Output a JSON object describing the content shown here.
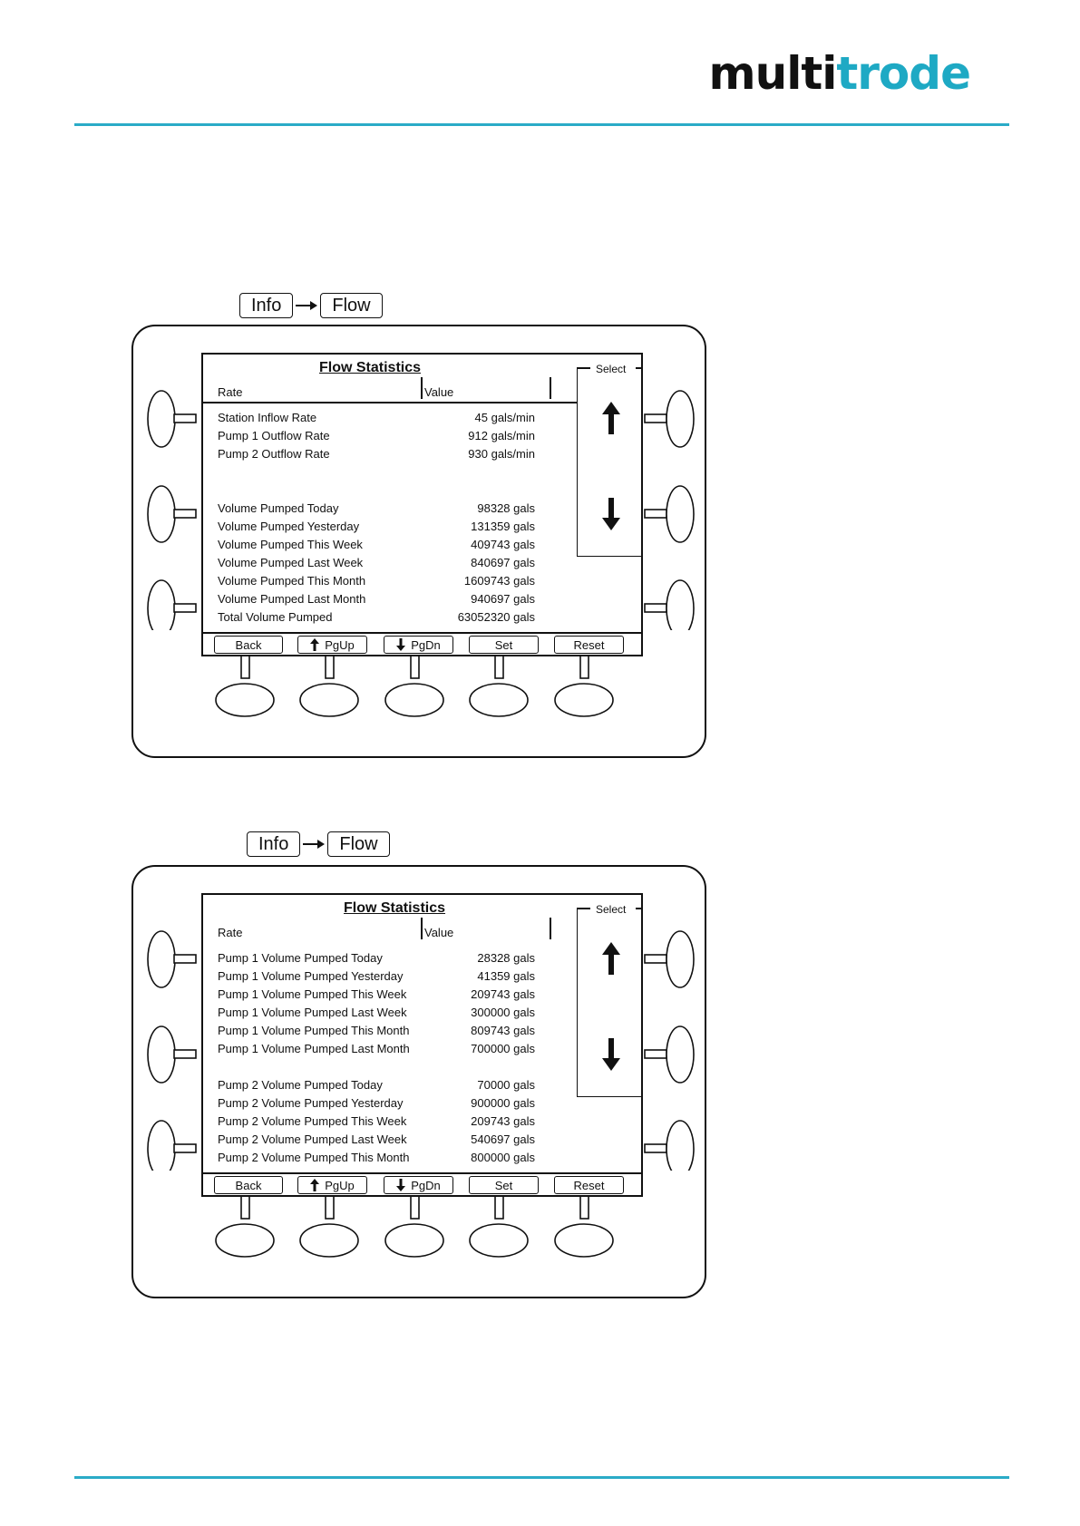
{
  "logo": {
    "part1": "multi",
    "part2": "trode"
  },
  "colors": {
    "accent": "#2aabc7"
  },
  "panels": [
    {
      "breadcrumb": {
        "first": "Info",
        "second": "Flow"
      },
      "screen": {
        "title": "Flow Statistics",
        "col_rate": "Rate",
        "col_value": "Value",
        "select_label": "Select",
        "up_icon": "arrow-up-icon",
        "down_icon": "arrow-down-icon",
        "rows": [
          {
            "label": "Station Inflow Rate",
            "value": "45 gals/min"
          },
          {
            "label": "Pump 1 Outflow Rate",
            "value": "912 gals/min"
          },
          {
            "label": "Pump 2 Outflow Rate",
            "value": "930 gals/min"
          },
          {
            "label": "",
            "value": ""
          },
          {
            "label": "",
            "value": ""
          },
          {
            "label": "Volume Pumped Today",
            "value": "98328 gals"
          },
          {
            "label": "Volume Pumped Yesterday",
            "value": "131359 gals"
          },
          {
            "label": "Volume Pumped This Week",
            "value": "409743 gals"
          },
          {
            "label": "Volume Pumped Last Week",
            "value": "840697 gals"
          },
          {
            "label": "Volume Pumped This Month",
            "value": "1609743 gals"
          },
          {
            "label": "Volume Pumped Last Month",
            "value": "940697 gals"
          },
          {
            "label": "Total Volume Pumped",
            "value": "63052320 gals"
          }
        ],
        "softkeys": {
          "back": "Back",
          "pgup": "PgUp",
          "pgdn": "PgDn",
          "set": "Set",
          "reset": "Reset"
        }
      }
    },
    {
      "breadcrumb": {
        "first": "Info",
        "second": "Flow"
      },
      "screen": {
        "title": "Flow Statistics",
        "col_rate": "Rate",
        "col_value": "Value",
        "select_label": "Select",
        "up_icon": "arrow-up-icon",
        "down_icon": "arrow-down-icon",
        "rows": [
          {
            "label": "Pump 1 Volume Pumped Today",
            "value": "28328 gals"
          },
          {
            "label": "Pump 1 Volume Pumped Yesterday",
            "value": "41359 gals"
          },
          {
            "label": "Pump 1 Volume Pumped This Week",
            "value": "209743 gals"
          },
          {
            "label": "Pump 1 Volume Pumped Last Week",
            "value": "300000 gals"
          },
          {
            "label": "Pump 1 Volume Pumped This Month",
            "value": "809743 gals"
          },
          {
            "label": "Pump 1 Volume Pumped Last Month",
            "value": "700000 gals"
          },
          {
            "label": "",
            "value": ""
          },
          {
            "label": "Pump 2 Volume Pumped Today",
            "value": "70000 gals"
          },
          {
            "label": "Pump 2 Volume Pumped Yesterday",
            "value": "900000 gals"
          },
          {
            "label": "Pump 2 Volume Pumped This Week",
            "value": "209743 gals"
          },
          {
            "label": "Pump 2 Volume Pumped Last Week",
            "value": "540697 gals"
          },
          {
            "label": "Pump 2 Volume Pumped This Month",
            "value": "800000 gals"
          }
        ],
        "softkeys": {
          "back": "Back",
          "pgup": "PgUp",
          "pgdn": "PgDn",
          "set": "Set",
          "reset": "Reset"
        }
      }
    }
  ]
}
